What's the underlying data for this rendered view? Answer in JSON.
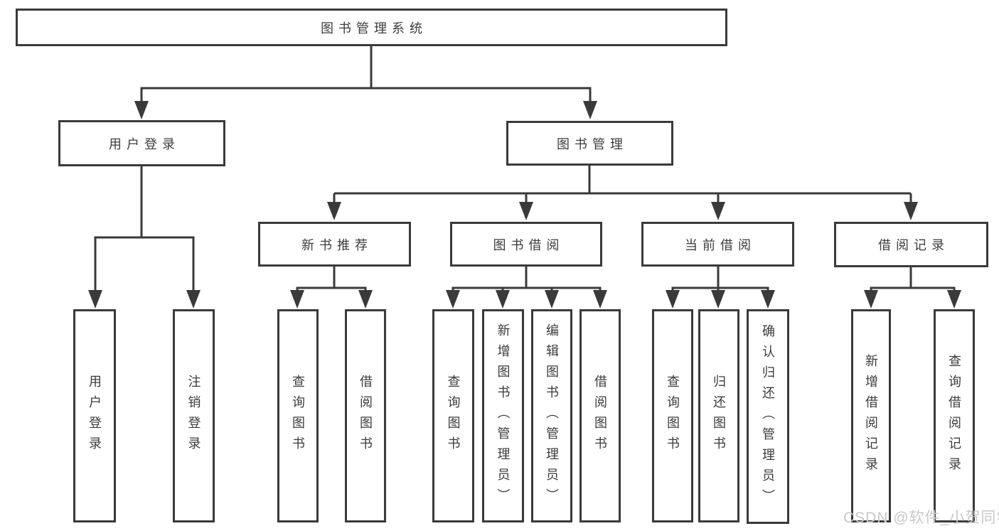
{
  "diagram": {
    "root": {
      "label": "图书管理系统"
    },
    "level1": [
      {
        "label": "用户登录"
      },
      {
        "label": "图书管理"
      }
    ],
    "level2": [
      {
        "label": "新书推荐"
      },
      {
        "label": "图书借阅"
      },
      {
        "label": "当前借阅"
      },
      {
        "label": "借阅记录"
      }
    ],
    "leaves": {
      "user_login": [
        "用户登录",
        "注销登录"
      ],
      "new_book": [
        "查询图书",
        "借阅图书"
      ],
      "book_borrow": [
        "查询图书",
        "新增图书（管理员）",
        "编辑图书（管理员）",
        "借阅图书"
      ],
      "current_borrow": [
        "查询图书",
        "归还图书",
        "确认归还（管理员）"
      ],
      "borrow_records": [
        "新增借阅记录",
        "查询借阅记录"
      ]
    },
    "watermark": "CSDN @软件_小贺同学",
    "colors": {
      "line": "#3a3a3a",
      "text": "#3c3c3c",
      "watermark_text": "#c9c9c9",
      "background": "#ffffff"
    }
  }
}
